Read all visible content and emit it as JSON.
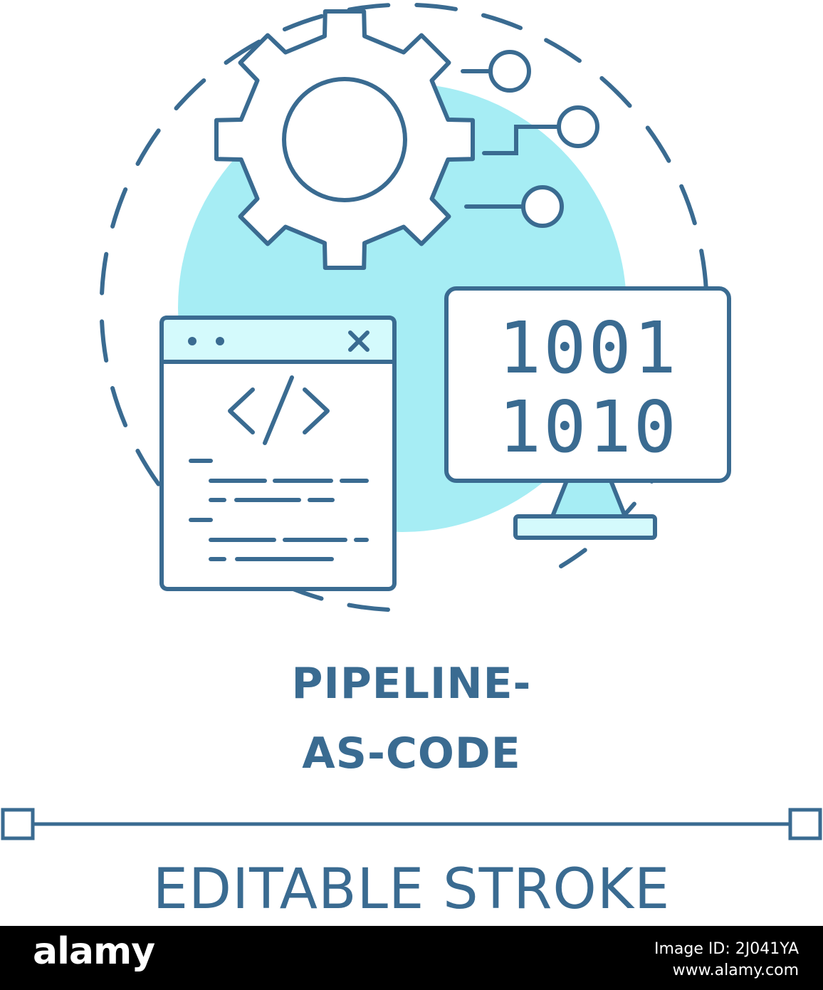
{
  "icon": {
    "title_line1": "PIPELINE-",
    "title_line2": "AS-CODE",
    "stroke_label": "EDITABLE STROKE",
    "binary_line1": "1001",
    "binary_line2": "1010",
    "close_glyph": "×",
    "code_glyph": "</>"
  },
  "footer": {
    "logo": "alamy",
    "image_id": "Image ID: 2J041YA",
    "website": "www.alamy.com"
  },
  "colors": {
    "stroke": "#3A6B91",
    "accent_fill": "#A6EDF4",
    "light_fill": "#D4FAFC",
    "background": "#FFFFFF",
    "footer_bg": "#000000",
    "footer_text": "#FFFFFF"
  },
  "icons": [
    "gear-icon",
    "browser-window-icon",
    "code-brackets-icon",
    "monitor-icon",
    "connector-node-icon",
    "close-icon"
  ]
}
